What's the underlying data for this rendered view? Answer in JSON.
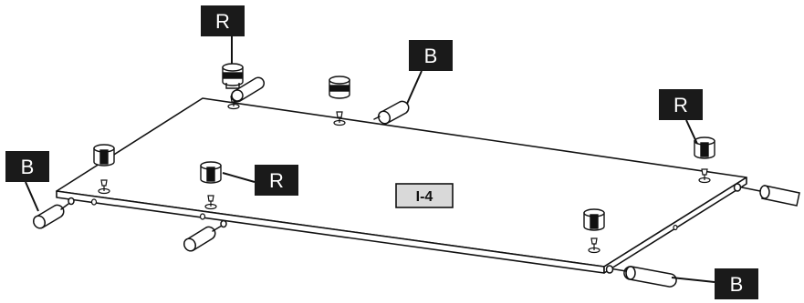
{
  "panel_label": "I-4",
  "callouts": {
    "r_top_left": "R",
    "r_middle": "R",
    "r_right": "R",
    "b_top": "B",
    "b_left": "B",
    "b_bottom_right": "B"
  },
  "colors": {
    "line": "#111111",
    "callout_background": "#1a1a1a",
    "callout_text": "#ffffff",
    "panel_label_background": "#d9d9d9"
  }
}
